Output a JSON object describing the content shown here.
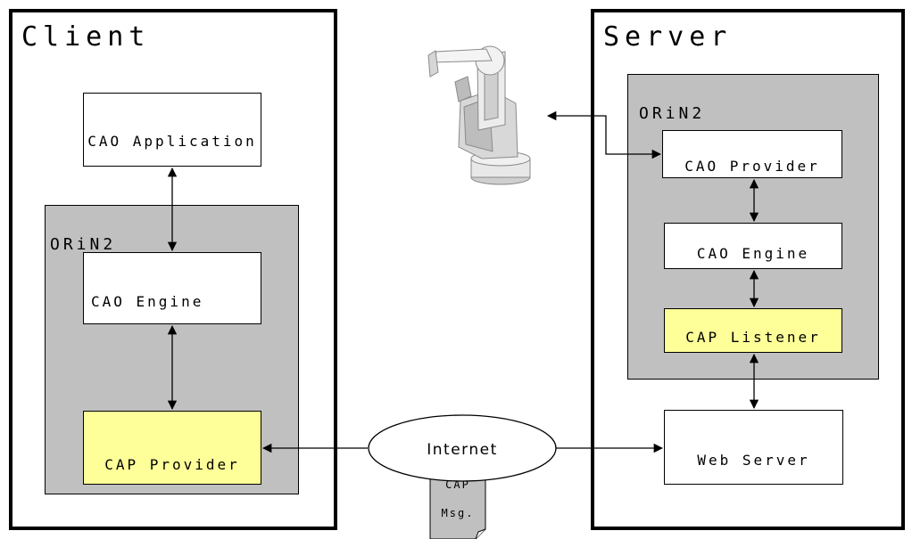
{
  "client": {
    "title": "Client",
    "application_label": "CAO Application",
    "orin_group": {
      "title": "ORiN2",
      "engine_label": "CAO Engine",
      "provider_label": "CAP Provider"
    }
  },
  "server": {
    "title": "Server",
    "orin_group": {
      "title": "ORiN2",
      "provider_label": "CAO Provider",
      "engine_label": "CAO Engine",
      "listener_label": "CAP Listener"
    },
    "web_server_label": "Web Server"
  },
  "network": {
    "internet_label": "Internet",
    "message_line1": "CAP",
    "message_line2": "Msg."
  },
  "colors": {
    "group_gray": "#c0c0c0",
    "highlight_yellow": "#ffff99"
  },
  "icons": {
    "robot": "robot-arm-icon",
    "message": "document-icon"
  }
}
